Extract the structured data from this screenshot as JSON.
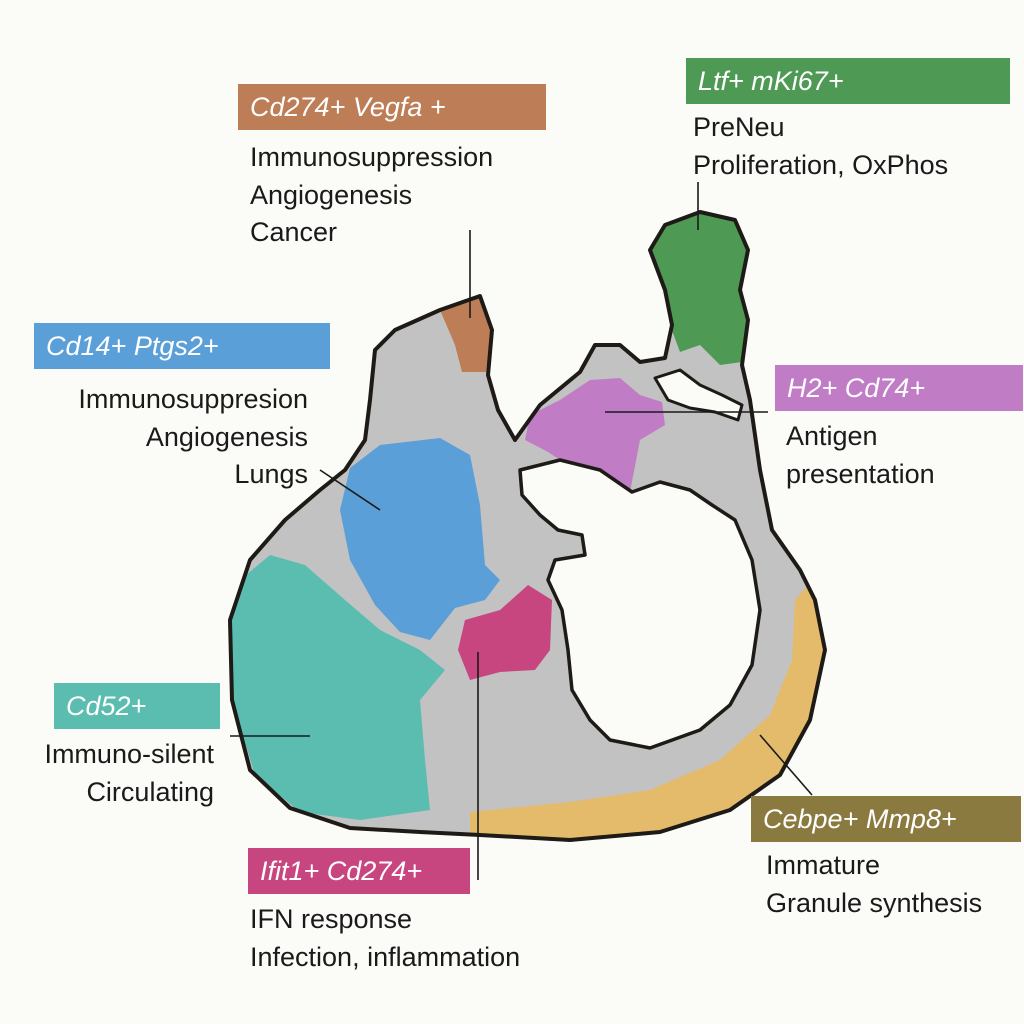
{
  "colors": {
    "background": "#fbfbf8",
    "tissue": "#c2c2c2",
    "outline": "#1e1a16",
    "vegfa": "#bd7d56",
    "ptgs2": "#5a9fd8",
    "mki67": "#4e9a55",
    "cd74": "#c07dc6",
    "cd52": "#5bbcb0",
    "ifit1": "#c8467f",
    "mmp8": "#e3bb6a",
    "mmp8_tag": "#8b7a3f"
  },
  "clusters": [
    {
      "id": "vegfa",
      "tag": "Cd274+ Vegfa +",
      "lines": [
        "Immunosuppression",
        "Angiogenesis",
        "Cancer"
      ]
    },
    {
      "id": "mki67",
      "tag": "Ltf+ mKi67+",
      "lines": [
        "PreNeu",
        "Proliferation, OxPhos"
      ]
    },
    {
      "id": "ptgs2",
      "tag": "Cd14+ Ptgs2+",
      "lines": [
        "Immunosuppresion",
        "Angiogenesis",
        "Lungs"
      ]
    },
    {
      "id": "cd74",
      "tag": "H2+ Cd74+",
      "lines": [
        "Antigen",
        "presentation"
      ]
    },
    {
      "id": "cd52",
      "tag": "Cd52+",
      "lines": [
        "Immuno-silent",
        "Circulating"
      ]
    },
    {
      "id": "mmp8",
      "tag": "Cebpe+ Mmp8+",
      "lines": [
        "Immature",
        "Granule synthesis"
      ]
    },
    {
      "id": "ifit1",
      "tag": "Ifit1+ Cd274+",
      "lines": [
        "IFN response",
        "Infection, inflammation"
      ]
    }
  ]
}
